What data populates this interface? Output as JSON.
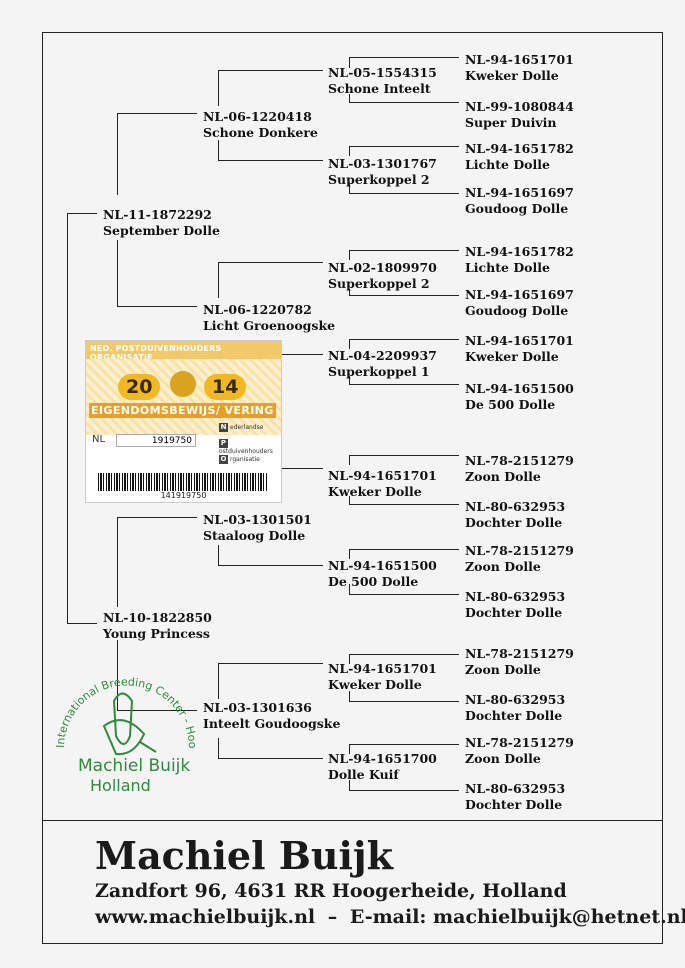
{
  "pedigree": {
    "subject": {
      "ring": "NL-11-1872292",
      "name": "September Dolle"
    },
    "sire": {
      "ring": "NL-06-1220418",
      "name": "Schone Donkere"
    },
    "dam_of_subject": {
      "ring": "NL-10-1822850",
      "name": "Young Princess"
    },
    "nodes": [
      {
        "ring": "NL-05-1554315",
        "name": "Schone Inteelt"
      },
      {
        "ring": "NL-94-1651701",
        "name": "Kweker Dolle"
      },
      {
        "ring": "NL-99-1080844",
        "name": "Super Duivin"
      },
      {
        "ring": "NL-03-1301767",
        "name": "Superkoppel 2"
      },
      {
        "ring": "NL-94-1651782",
        "name": "Lichte Dolle"
      },
      {
        "ring": "NL-94-1651697",
        "name": "Goudoog Dolle"
      },
      {
        "ring": "NL-06-1220782",
        "name": "Licht Groenoogske"
      },
      {
        "ring": "NL-02-1809970",
        "name": "Superkoppel 2"
      },
      {
        "ring": "NL-94-1651782",
        "name": "Lichte Dolle"
      },
      {
        "ring": "NL-94-1651697",
        "name": "Goudoog Dolle"
      },
      {
        "ring": "NL-04-2209937",
        "name": "Superkoppel 1"
      },
      {
        "ring": "NL-94-1651701",
        "name": "Kweker Dolle"
      },
      {
        "ring": "NL-94-1651500",
        "name": "De 500 Dolle"
      },
      {
        "ring": "NL-03-1301501",
        "name": "Staaloog Dolle"
      },
      {
        "ring": "NL-94-1651701",
        "name": "Kweker Dolle"
      },
      {
        "ring": "NL-78-2151279",
        "name": "Zoon Dolle"
      },
      {
        "ring": "NL-80-632953",
        "name": "Dochter Dolle"
      },
      {
        "ring": "NL-94-1651500",
        "name": "De 500 Dolle"
      },
      {
        "ring": "NL-78-2151279",
        "name": "Zoon Dolle"
      },
      {
        "ring": "NL-80-632953",
        "name": "Dochter Dolle"
      },
      {
        "ring": "NL-03-1301636",
        "name": "Inteelt Goudoogske"
      },
      {
        "ring": "NL-94-1651701",
        "name": "Kweker Dolle"
      },
      {
        "ring": "NL-78-2151279",
        "name": "Zoon Dolle"
      },
      {
        "ring": "NL-80-632953",
        "name": "Dochter Dolle"
      },
      {
        "ring": "NL-94-1651700",
        "name": "Dolle Kuif"
      },
      {
        "ring": "NL-78-2151279",
        "name": "Zoon Dolle"
      },
      {
        "ring": "NL-80-632953",
        "name": "Dochter Dolle"
      }
    ]
  },
  "ring_card": {
    "org": "NED. POSTDUIVENHOUDERS ORGANISATIE",
    "year_left": "20",
    "year_right": "14",
    "title": "EIGENDOMSBEWIJS/ VERING",
    "country": "NL",
    "ring_number": "1919750",
    "side_lines": [
      "ederlandse",
      "ostduivenhouders",
      "rganisatie"
    ],
    "side_letters": [
      "N",
      "P",
      "O"
    ],
    "barcode_number": "141919750"
  },
  "stamp": {
    "arc_text": "International Breeding Center - Hoogerheide - Holland",
    "name": "Machiel Buijk",
    "country": "Holland"
  },
  "footer": {
    "name": "Machiel Buijk",
    "address": "Zandfort 96, 4631 RR Hoogerheide, Holland",
    "website": "www.machielbuijk.nl",
    "separator": "–",
    "email": "E-mail: machielbuijk@hetnet.nl"
  }
}
